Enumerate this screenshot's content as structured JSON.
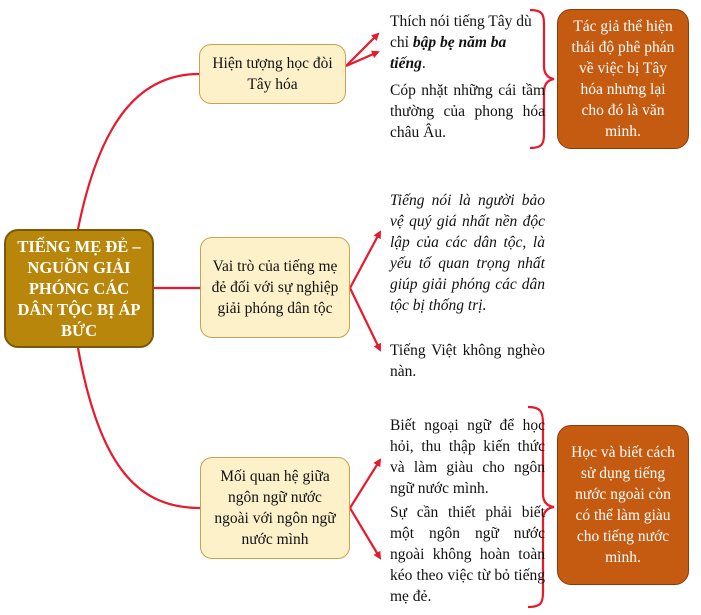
{
  "root": {
    "label": "TIẾNG MẸ ĐẺ – NGUỒN GIẢI PHÓNG CÁC DÂN TỘC BỊ ÁP BỨC"
  },
  "branches": [
    {
      "label": "Hiện tượng học đòi Tây hóa"
    },
    {
      "label": "Vai trò của tiếng mẹ đẻ đối với sự nghiệp giải phóng dân tộc"
    },
    {
      "label": "Mối quan hệ giữa ngôn ngữ nước ngoài với ngôn ngữ nước mình"
    }
  ],
  "details": {
    "d1_pre": "Thích nói tiếng Tây dù chỉ ",
    "d1_emph": "bập bẹ năm ba tiếng",
    "d1_post": ".",
    "d2": "Cóp nhặt những cái tầm thường của phong hóa châu Âu.",
    "d3": "Tiếng nói là người bảo vệ quý giá nhất nền độc lập của các dân tộc, là yếu tố quan trọng nhất giúp giải phóng các dân tộc bị thống trị.",
    "d4": "Tiếng Việt không nghèo nàn.",
    "d5": "Biết ngoại ngữ để học hỏi, thu thập kiến thức và làm giàu cho ngôn ngữ nước mình.",
    "d6": "Sự cần thiết phải biết một ngôn ngữ nước ngoài không hoàn toàn kéo theo việc từ bỏ tiếng mẹ đẻ."
  },
  "notes": [
    {
      "label": "Tác giả thể hiện thái độ phê phán về việc bị Tây hóa nhưng lại cho đó là văn minh."
    },
    {
      "label": "Học và biết cách sử dụng tiếng nước ngoài còn có thể làm giàu cho tiếng nước mình."
    }
  ],
  "colors": {
    "connector": "#e8192c",
    "root_fill": "#b8860b",
    "branch_fill": "#fdf1c9",
    "note_fill": "#c55a11"
  }
}
